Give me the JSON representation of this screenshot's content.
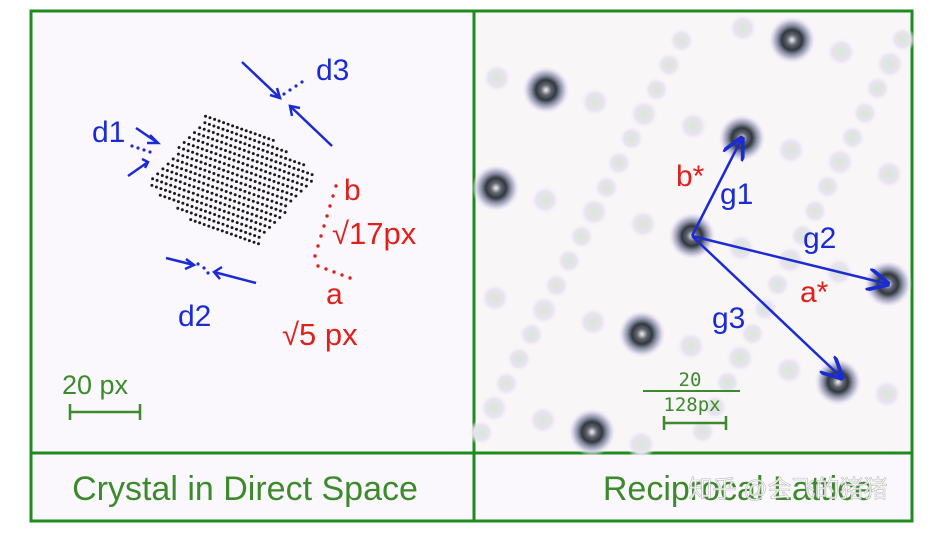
{
  "panels": {
    "left": {
      "caption": "Crystal in Direct Space"
    },
    "right": {
      "caption": "Reciprocal Lattice"
    }
  },
  "direct_space": {
    "labels": {
      "d1": "d1",
      "d2": "d2",
      "d3": "d3",
      "b": "b",
      "b_length": "√17px",
      "a": "a",
      "a_length": "√5 px"
    },
    "scale_bar": "20 px"
  },
  "reciprocal": {
    "labels": {
      "b_star": "b*",
      "a_star": "a*",
      "g1": "g1",
      "g2": "g2",
      "g3": "g3"
    },
    "scale_numerator": "20",
    "scale_denominator": "128px"
  },
  "watermark": "知乎 @会飞的猪猪",
  "colors": {
    "frame": "#1f8a1f",
    "caption": "#3c8a2c",
    "blue": "#1a2bd6",
    "red": "#e0201b",
    "background": "#fbf8fd"
  }
}
